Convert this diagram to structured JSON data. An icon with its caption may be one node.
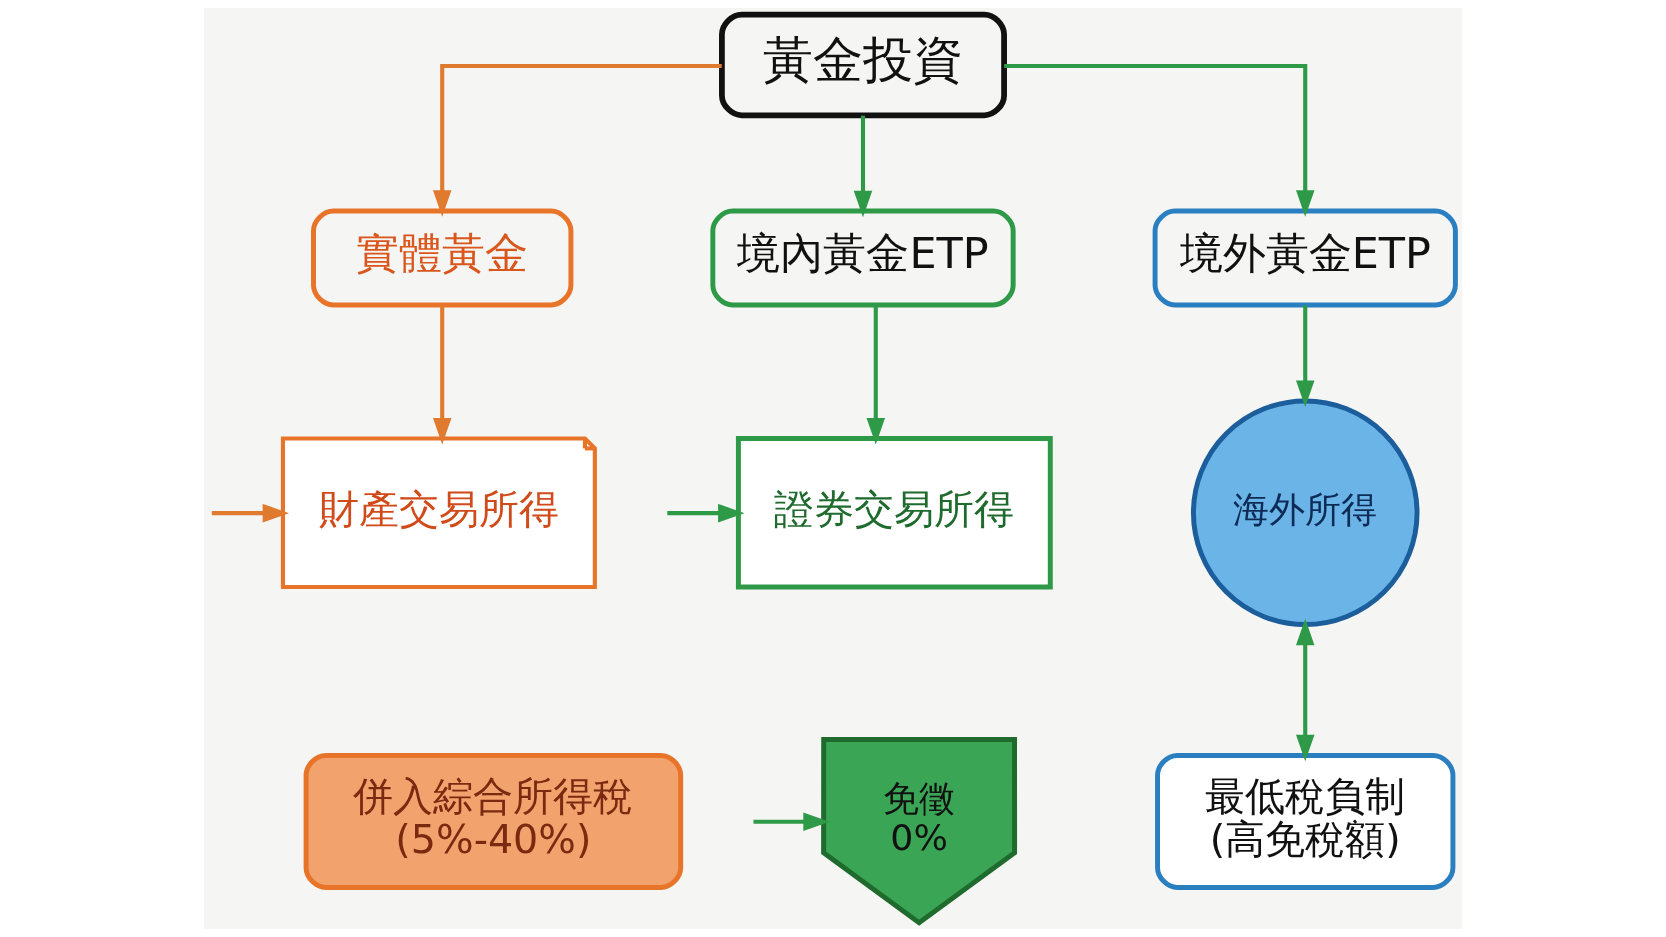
{
  "diagram": {
    "nodes": [
      {
        "text": [
          "黃金投資"
        ]
      },
      {
        "text": [
          "實體黃金"
        ]
      },
      {
        "text": [
          "境內黃金ETP"
        ]
      },
      {
        "text": [
          "境外黃金ETP"
        ]
      },
      {
        "text": [
          "財產交易所得"
        ]
      },
      {
        "text": [
          "證券交易所得"
        ]
      },
      {
        "text": [
          "海外所得"
        ]
      },
      {
        "text": [
          "併入綜合所得稅",
          "(5%-40%)"
        ]
      },
      {
        "text": [
          "免徵",
          "0%"
        ]
      },
      {
        "text": [
          "最低稅負制",
          "(高免稅額)"
        ]
      }
    ],
    "edges": [
      {
        "from": 0,
        "to": 1,
        "arrow": "to",
        "color": "#e07a2e"
      },
      {
        "from": 0,
        "to": 2,
        "arrow": "to"
      },
      {
        "from": 0,
        "to": 3,
        "arrow": "to"
      },
      {
        "from": 1,
        "to": 4,
        "arrow": "to",
        "color": "#e07a2e"
      },
      {
        "from": 2,
        "to": 5,
        "arrow": "to"
      },
      {
        "from": 3,
        "to": 6,
        "arrow": "to"
      },
      {
        "from": null,
        "to": 4,
        "arrow": "to",
        "color": "#e07a2e"
      },
      {
        "from": null,
        "to": 5,
        "arrow": "to"
      },
      {
        "from": null,
        "to": 8,
        "arrow": "to"
      },
      {
        "from": 6,
        "to": 9,
        "arrow": "both"
      }
    ]
  }
}
